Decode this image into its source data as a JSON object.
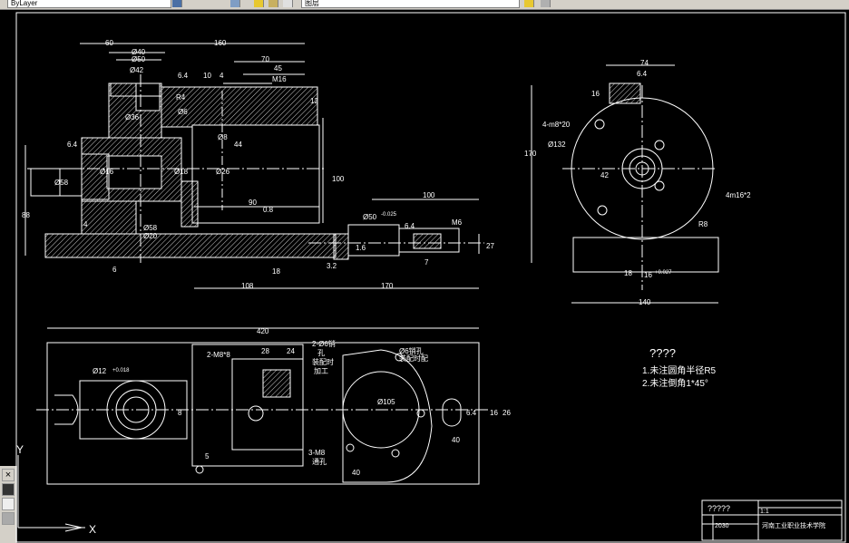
{
  "toolbar": {
    "layer_combo": "ByLayer",
    "layer_combo_short": "图层",
    "icons": [
      "layer-icon",
      "sun-icon",
      "lock-icon",
      "color-icon"
    ]
  },
  "palette": {
    "close": "×",
    "items": [
      "command-icon",
      "layers-icon",
      "scroll-icon"
    ]
  },
  "ucs": {
    "x": "X",
    "y": "Y"
  },
  "front_view": {
    "dims": {
      "d60": "60",
      "d160": "160",
      "d70": "70",
      "d45": "45",
      "m16": "M16",
      "d6_4a": "6.4",
      "d10": "10",
      "d4": "4",
      "r4": "R4",
      "d6": "Ø6",
      "d40": "Ø40",
      "d50": "Ø50",
      "d42": "Ø42",
      "d36": "Ø36",
      "d44": "44",
      "d12": "12",
      "d8": "Ø8",
      "d100": "100",
      "d58": "Ø58",
      "d6_4b": "6.4",
      "d16": "Ø16",
      "d18": "Ø18",
      "d26": "Ø26",
      "d88": "88",
      "d90": "90",
      "d0_8": "0.8",
      "d58b": "Ø58",
      "d20": "Ø20",
      "d4b": "4",
      "d6b": "6",
      "d108": "108",
      "d18b": "18",
      "d3_2": "3.2",
      "d170": "170"
    }
  },
  "shaft_detail": {
    "dims": {
      "d100": "100",
      "d50": "Ø50",
      "tol": "-0.025",
      "d6_4": "6.4",
      "m6": "M6",
      "d27": "27",
      "d1_6": "1.6",
      "d7": "7"
    }
  },
  "side_view": {
    "dims": {
      "d74": "74",
      "d6_4": "6.4",
      "d16": "16",
      "m8": "4-m8*20",
      "d132": "Ø132",
      "d170": "170",
      "d42": "42",
      "m16": "4m16*2",
      "r8": "R8",
      "d18": "18",
      "d16b": "16",
      "tol": "+0.027",
      "d140": "140"
    }
  },
  "top_view": {
    "dims": {
      "d420": "420",
      "m8_2": "2-M8*8",
      "d28": "28",
      "d24": "24",
      "pin": "2-Ø6销",
      "pin2": "孔",
      "pin3": "装配时",
      "pin4": "加工",
      "d12": "Ø12",
      "tol": "+0.018",
      "d6_r": "Ø6销孔",
      "d6_r2": "装配时配",
      "d105": "Ø105",
      "d16": "16",
      "d26": "26",
      "d6_4": "6.4",
      "d40a": "40",
      "d8": "8",
      "d5": "5",
      "m8_3": "3-M8",
      "through": "通孔",
      "d40b": "40"
    }
  },
  "notes": {
    "heading": "????",
    "line1": "1.未注圆角半径R5",
    "line2": "2.未注倒角1*45°"
  },
  "title_block": {
    "name": "?????",
    "school": "河南工业职业技术学院",
    "scale": "1:1",
    "code": "2030"
  }
}
